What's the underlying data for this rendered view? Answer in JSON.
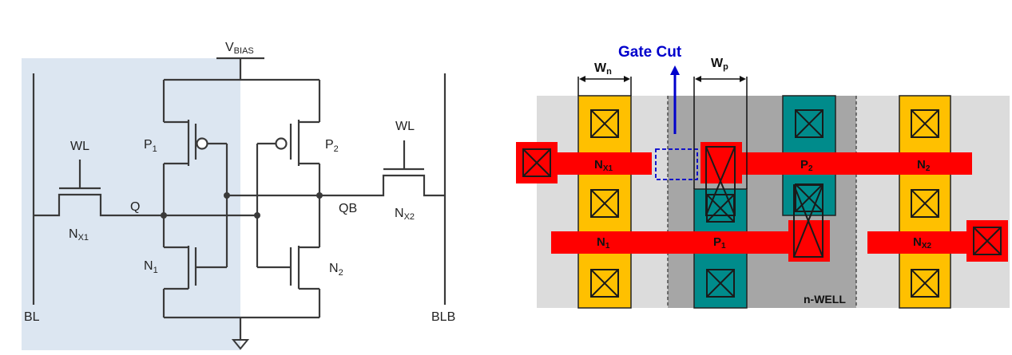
{
  "schematic": {
    "labels": {
      "vbias_main": "V",
      "vbias_sub": "BIAS",
      "wl_left": "WL",
      "wl_right": "WL",
      "p1_main": "P",
      "p1_sub": "1",
      "p2_main": "P",
      "p2_sub": "2",
      "n1_main": "N",
      "n1_sub": "1",
      "n2_main": "N",
      "n2_sub": "2",
      "nx1_main": "N",
      "nx1_sub": "X1",
      "nx2_main": "N",
      "nx2_sub": "X2",
      "q": "Q",
      "qb": "QB",
      "bl": "BL",
      "blb": "BLB"
    },
    "colors": {
      "highlight": "#dce6f1",
      "wire": "#3a3a3a"
    }
  },
  "layout": {
    "gate_cut_label": "Gate Cut",
    "wn_main": "W",
    "wn_sub": "n",
    "wp_main": "W",
    "wp_sub": "p",
    "nwell_label": "n-WELL",
    "gate_labels": {
      "nx1_main": "N",
      "nx1_sub": "X1",
      "p2_main": "P",
      "p2_sub": "2",
      "n2_main": "N",
      "n2_sub": "2",
      "n1_main": "N",
      "n1_sub": "1",
      "p1_main": "P",
      "p1_sub": "1",
      "nx2_main": "N",
      "nx2_sub": "X2"
    },
    "colors": {
      "background": "#dcdcdc",
      "nwell": "#a6a6a6",
      "n_diffusion": "#ffc000",
      "p_diffusion": "#008b8b",
      "gate": "#ff0000",
      "gate_cut": "#0000cc",
      "contact": "#1a1a1a"
    }
  }
}
